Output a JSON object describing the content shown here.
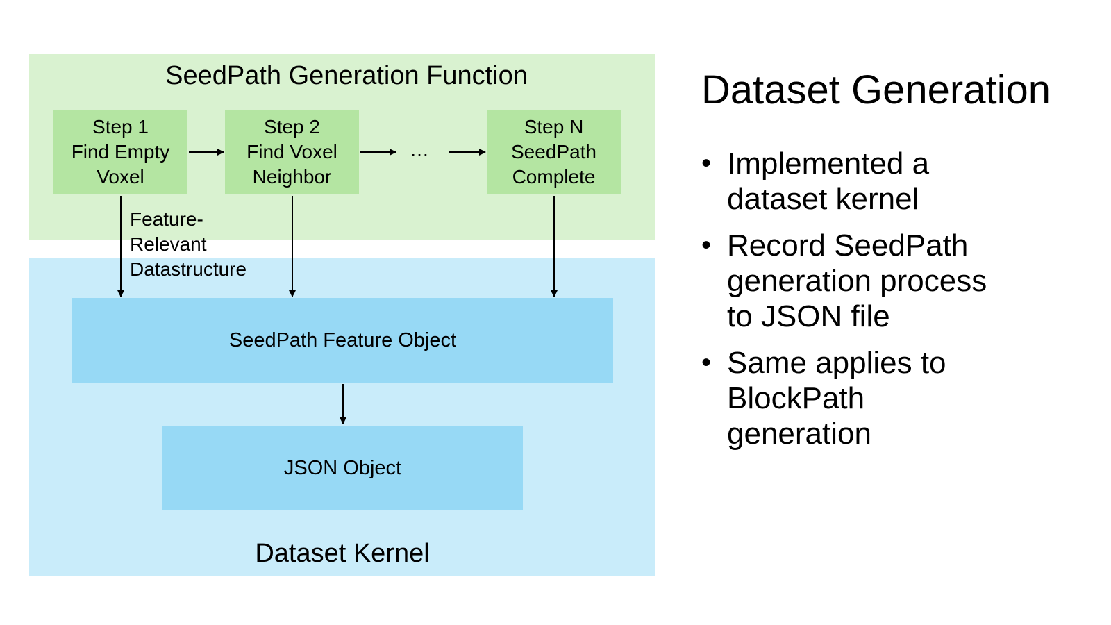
{
  "diagram": {
    "top_region_title": "SeedPath Generation Function",
    "bottom_region_title": "Dataset Kernel",
    "steps": [
      {
        "lines": [
          "Step 1",
          "Find Empty",
          "Voxel"
        ]
      },
      {
        "lines": [
          "Step 2",
          "Find Voxel",
          "Neighbor"
        ]
      },
      {
        "lines": [
          "Step N",
          "SeedPath",
          "Complete"
        ]
      }
    ],
    "ellipsis": "…",
    "side_note_lines": [
      "Feature-",
      "Relevant",
      "Datastructure"
    ],
    "feature_object_label": "SeedPath Feature Object",
    "json_object_label": "JSON Object"
  },
  "panel": {
    "heading": "Dataset Generation",
    "bullets": [
      [
        "Implemented a",
        "dataset kernel"
      ],
      [
        "Record SeedPath",
        "generation process",
        "to JSON file"
      ],
      [
        "Same applies to",
        "BlockPath",
        "generation"
      ]
    ]
  }
}
